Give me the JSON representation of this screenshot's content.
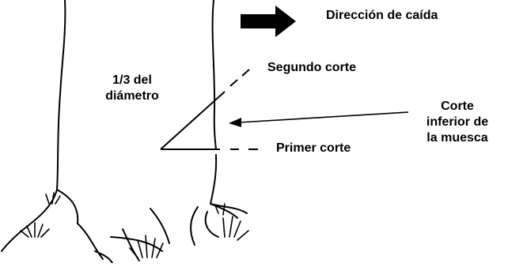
{
  "labels": {
    "fall_direction": "Dirección de caída",
    "second_cut": "Segundo corte",
    "first_cut": "Primer corte",
    "diameter_line1": "1/3 del",
    "diameter_line2": "diámetro",
    "notch_line1": "Corte",
    "notch_line2": "inferior de",
    "notch_line3": "la muesca"
  },
  "colors": {
    "ink": "#000000",
    "background": "#ffffff"
  }
}
